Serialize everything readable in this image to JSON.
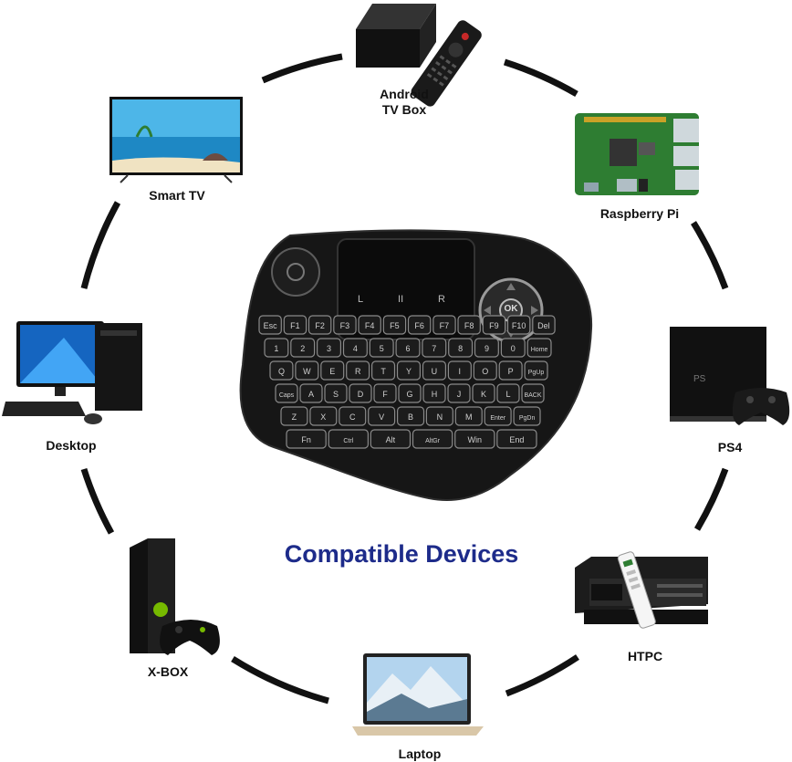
{
  "title": "Compatible Devices",
  "accent_color": "#1d2b8a",
  "devices": [
    {
      "id": "android-tv-box",
      "label": "Android\nTV Box",
      "icon": "tv-box-with-remote-icon"
    },
    {
      "id": "raspberry-pi",
      "label": "Raspberry Pi",
      "icon": "circuit-board-icon"
    },
    {
      "id": "ps4",
      "label": "PS4",
      "icon": "game-console-icon"
    },
    {
      "id": "htpc",
      "label": "HTPC",
      "icon": "htpc-case-icon"
    },
    {
      "id": "laptop",
      "label": "Laptop",
      "icon": "laptop-icon"
    },
    {
      "id": "xbox",
      "label": "X-BOX",
      "icon": "xbox-console-icon"
    },
    {
      "id": "desktop",
      "label": "Desktop",
      "icon": "desktop-computer-icon"
    },
    {
      "id": "smart-tv",
      "label": "Smart TV",
      "icon": "smart-tv-icon"
    }
  ],
  "keyboard": {
    "touchpad_buttons": [
      "L",
      "II",
      "R"
    ],
    "dpad_center": "OK",
    "key_rows": [
      [
        "Esc",
        "F1",
        "F2",
        "F3",
        "F4",
        "F5",
        "F6",
        "F7",
        "F8",
        "F9",
        "F10",
        "Del"
      ],
      [
        "1",
        "2",
        "3",
        "4",
        "5",
        "6",
        "7",
        "8",
        "9",
        "0",
        "Home"
      ],
      [
        "Q",
        "W",
        "E",
        "R",
        "T",
        "Y",
        "U",
        "I",
        "O",
        "P",
        "PgUp"
      ],
      [
        "Caps",
        "A",
        "S",
        "D",
        "F",
        "G",
        "H",
        "J",
        "K",
        "L",
        "BACK"
      ],
      [
        "Z",
        "X",
        "C",
        "V",
        "B",
        "N",
        "M",
        "Enter",
        "PgDn"
      ],
      [
        "Fn",
        "Ctrl",
        "Alt",
        "AltGr",
        "Win",
        "End"
      ]
    ]
  }
}
